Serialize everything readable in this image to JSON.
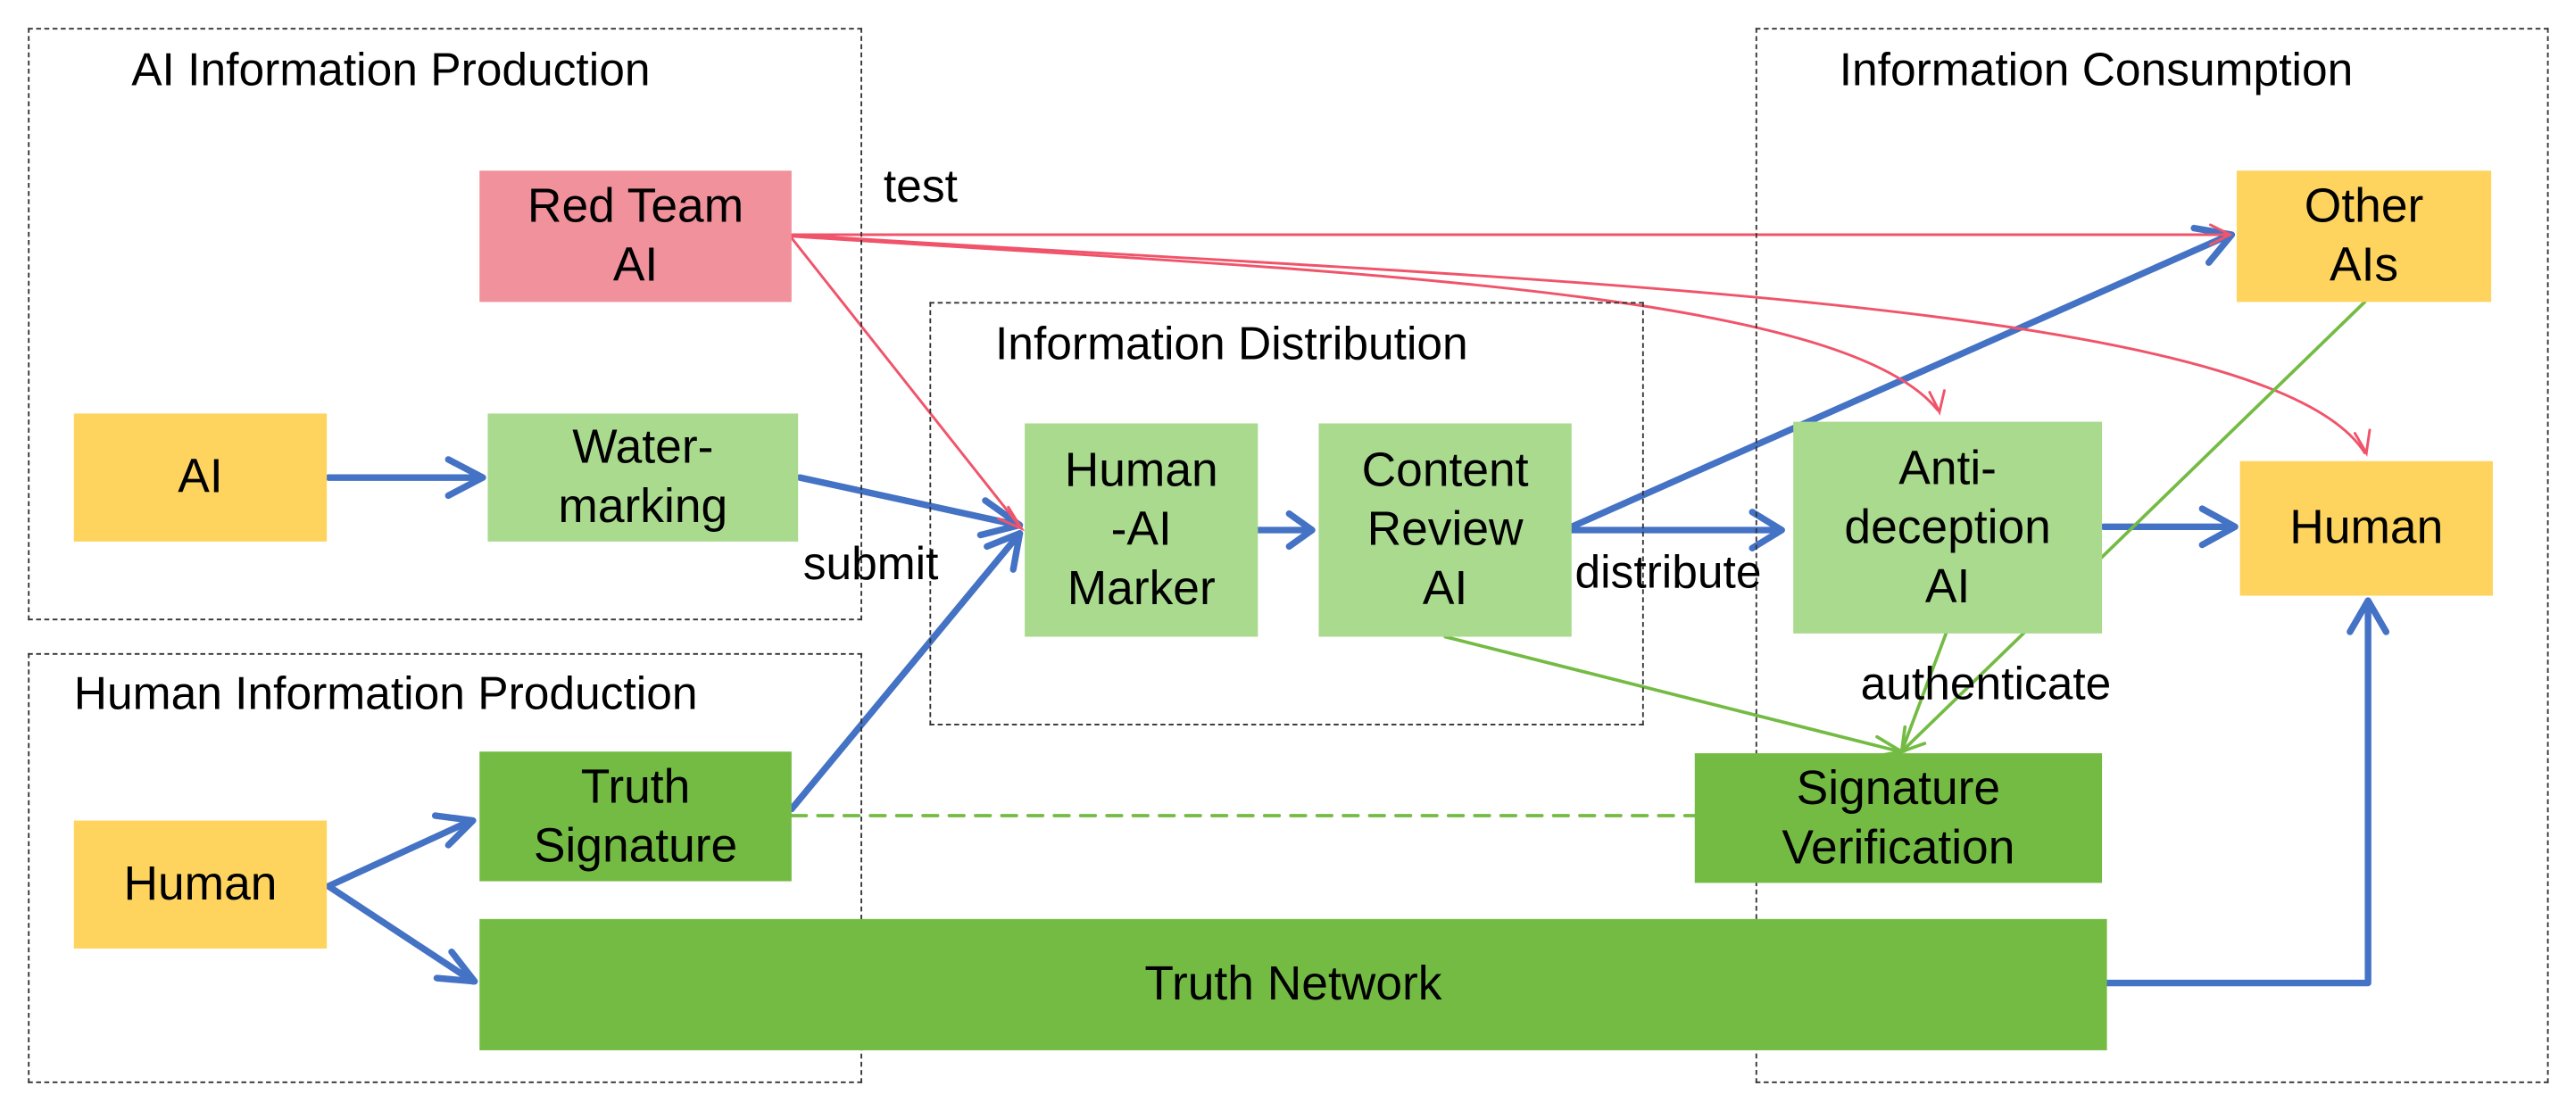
{
  "regions": {
    "ai_production": "AI Information Production",
    "human_production": "Human Information Production",
    "distribution": "Information Distribution",
    "consumption": "Information Consumption"
  },
  "nodes": {
    "red_team_ai": "Red Team\nAI",
    "ai": "AI",
    "watermarking": "Water-\nmarking",
    "human_source": "Human",
    "truth_signature": "Truth\nSignature",
    "truth_network": "Truth Network",
    "human_ai_marker": "Human\n-AI\nMarker",
    "content_review_ai": "Content\nReview\nAI",
    "other_ais": "Other\nAIs",
    "anti_deception_ai": "Anti-\ndeception\nAI",
    "human_consumer": "Human",
    "signature_verification": "Signature\nVerification"
  },
  "edge_labels": {
    "test": "test",
    "submit": "submit",
    "distribute": "distribute",
    "authenticate": "authenticate"
  },
  "colors": {
    "yellow": "#fed45f",
    "pink": "#f0919c",
    "light_green": "#a9da8e",
    "green": "#74bb44",
    "blue_arrow": "#4472c4",
    "red_arrow": "#f0546a",
    "green_arrow": "#74bb44"
  }
}
